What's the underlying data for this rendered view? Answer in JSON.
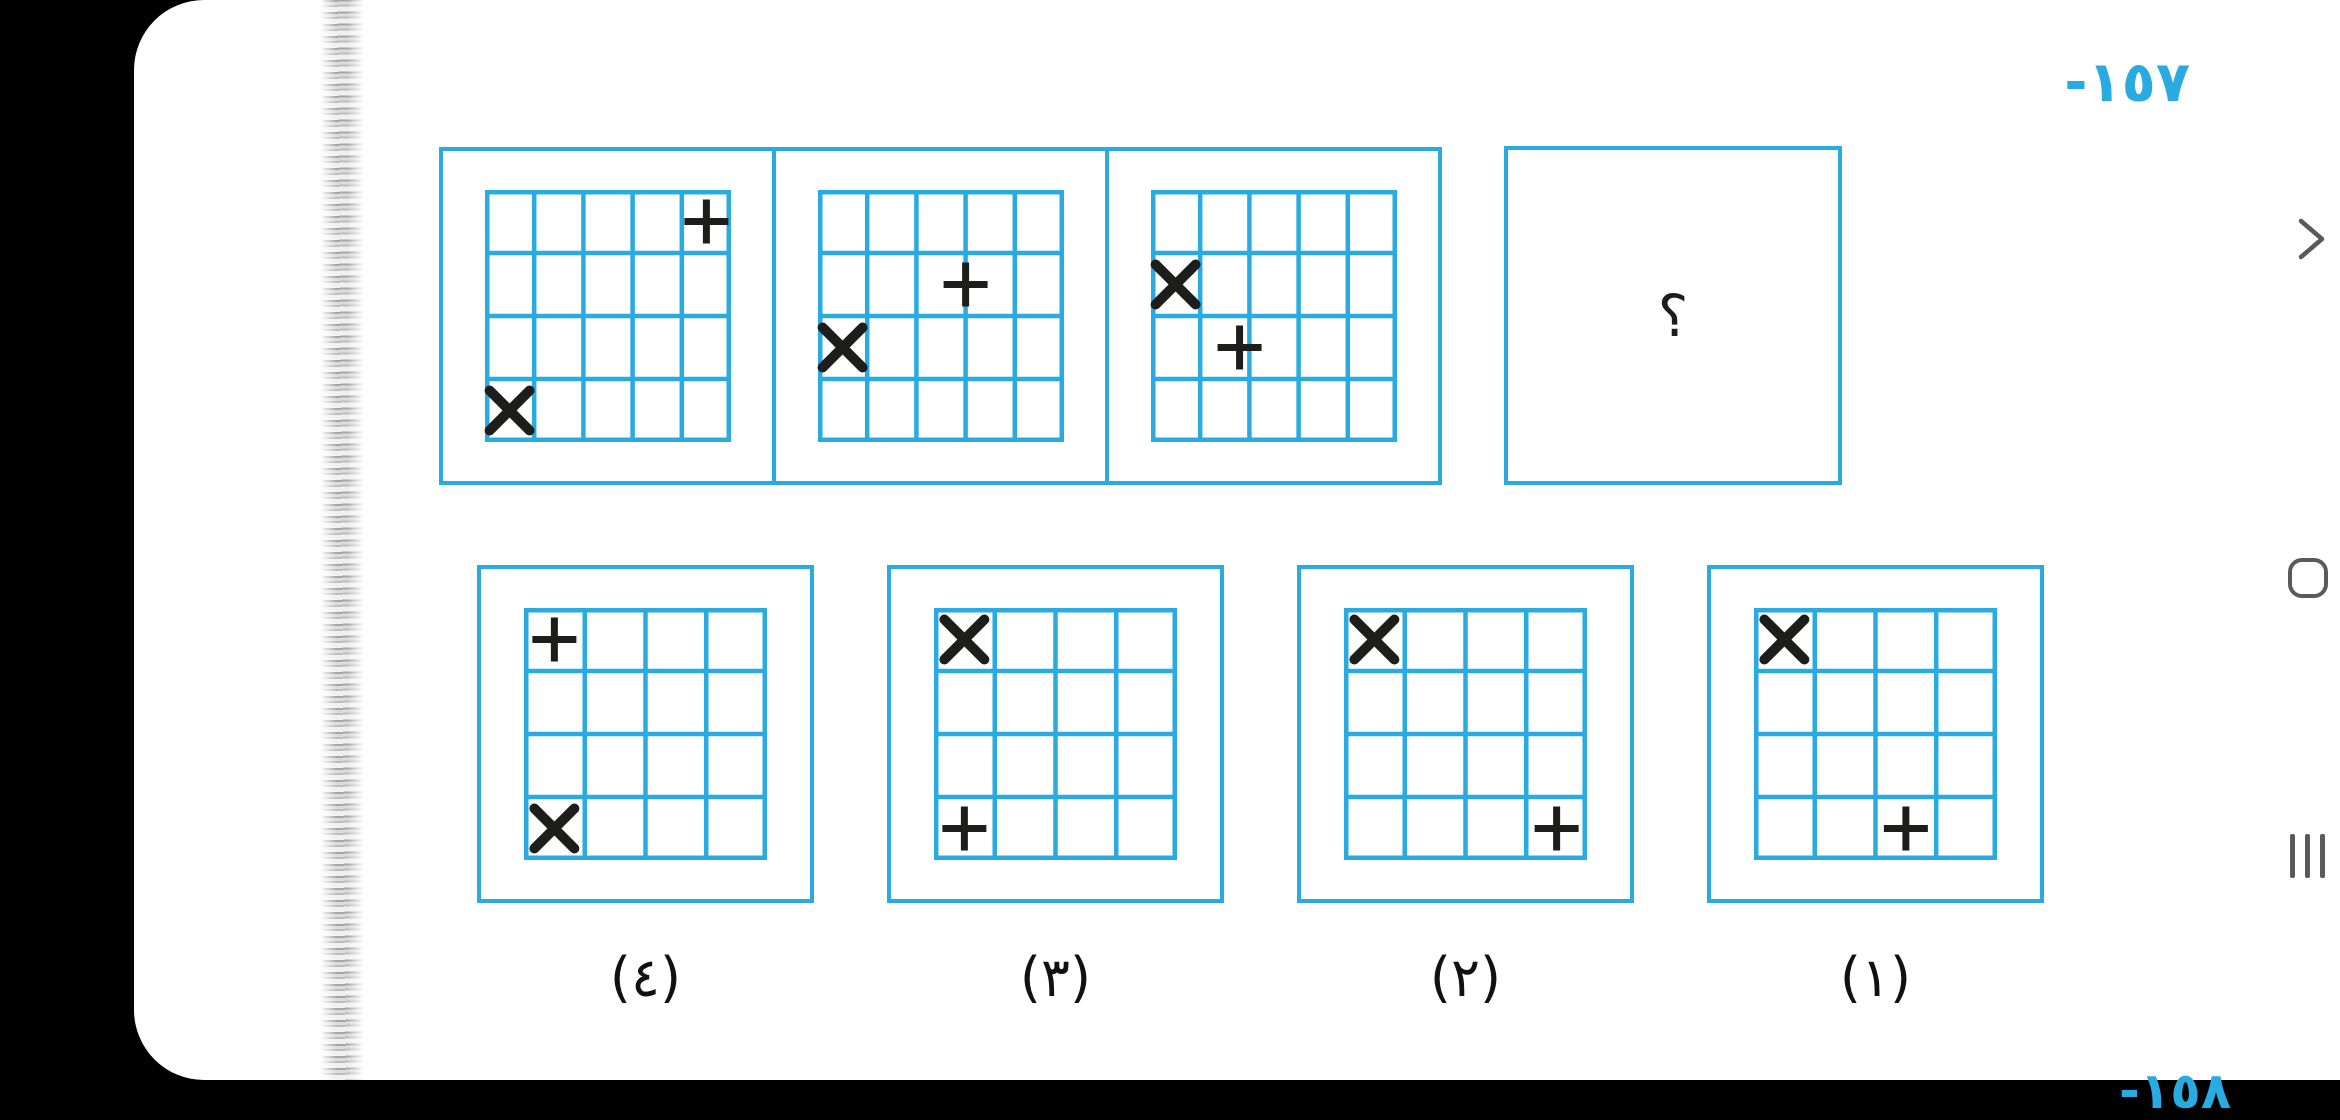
{
  "colors": {
    "accent": "#29abe2",
    "symbol": "#1d1d1b",
    "nav_icon": "#5a5a5a",
    "page_bg": "#ffffff",
    "bezel": "#000000"
  },
  "header": {
    "question_number": "-١٥٧"
  },
  "footer": {
    "next_question_number_partial": "-١٥٨"
  },
  "puzzle": {
    "prompt_mark": "؟",
    "sequence": [
      {
        "grid": {
          "cols": 5,
          "rows": 4,
          "symbols": [
            {
              "type": "plus",
              "row": 1,
              "col": 5
            },
            {
              "type": "x",
              "row": 4,
              "col": 1
            }
          ]
        }
      },
      {
        "grid": {
          "cols": 5,
          "rows": 4,
          "symbols": [
            {
              "type": "plus",
              "row": 2,
              "col": 3.5
            },
            {
              "type": "x",
              "row": 3,
              "col": 1
            }
          ]
        }
      },
      {
        "grid": {
          "cols": 5,
          "rows": 4,
          "symbols": [
            {
              "type": "x",
              "row": 2,
              "col": 1
            },
            {
              "type": "plus",
              "row": 3,
              "col": 2.3
            }
          ]
        }
      }
    ],
    "options": [
      {
        "label": "(٤)",
        "grid": {
          "cols": 4,
          "rows": 4,
          "symbols": [
            {
              "type": "plus",
              "row": 1,
              "col": 1
            },
            {
              "type": "x",
              "row": 4,
              "col": 1
            }
          ]
        }
      },
      {
        "label": "(٣)",
        "grid": {
          "cols": 4,
          "rows": 4,
          "symbols": [
            {
              "type": "x",
              "row": 1,
              "col": 1
            },
            {
              "type": "plus",
              "row": 4,
              "col": 1
            }
          ]
        }
      },
      {
        "label": "(٢)",
        "grid": {
          "cols": 4,
          "rows": 4,
          "symbols": [
            {
              "type": "x",
              "row": 1,
              "col": 1
            },
            {
              "type": "plus",
              "row": 4,
              "col": 4
            }
          ]
        }
      },
      {
        "label": "(١)",
        "grid": {
          "cols": 4,
          "rows": 4,
          "symbols": [
            {
              "type": "x",
              "row": 1,
              "col": 1
            },
            {
              "type": "plus",
              "row": 4,
              "col": 3
            }
          ]
        }
      }
    ]
  },
  "nav": {
    "back_icon": "chevron-right",
    "home_icon": "rounded-square",
    "recents_icon": "three-vertical-bars"
  }
}
